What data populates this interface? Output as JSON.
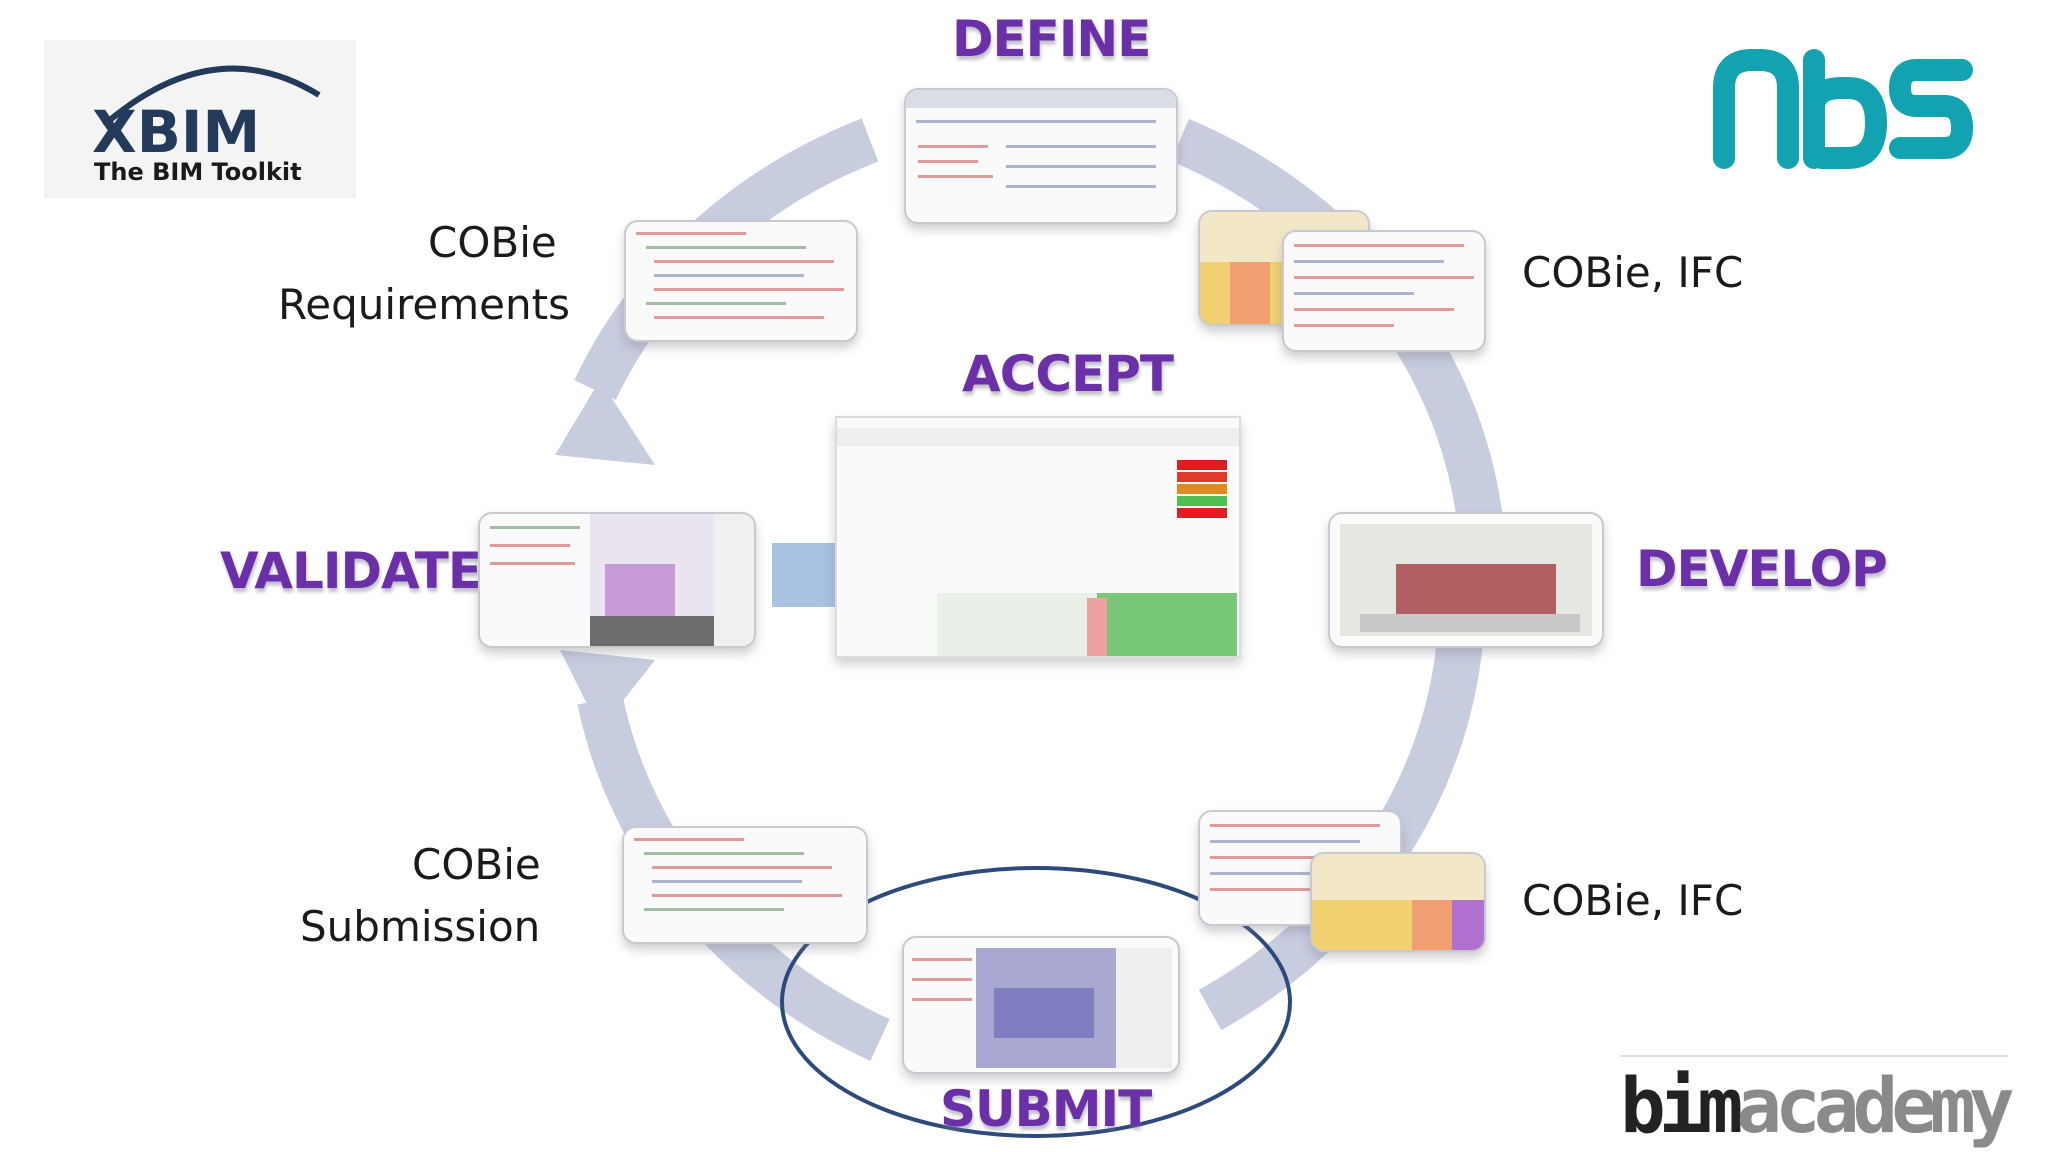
{
  "colors": {
    "stage_label": "#6b2fa8",
    "cycle_arrow": "#c7ccdf",
    "nbs_teal": "#13a3b0",
    "submit_ellipse": "#2d4a7c",
    "xbim_navy": "#233a5a"
  },
  "logos": {
    "xbim_word": "XBIM",
    "xbim_tagline": "The BIM Toolkit",
    "nbs": "nbs",
    "bim_prefix": "bim",
    "bim_suffix": "academy"
  },
  "stages": {
    "define": "DEFINE",
    "accept": "ACCEPT",
    "validate": "VALIDATE",
    "develop": "DEVELOP",
    "submit": "SUBMIT"
  },
  "notes": {
    "requirements_line1": "COBie",
    "requirements_line2": "Requirements",
    "develop_out_top": "COBie, IFC",
    "develop_out_bottom": "COBie, IFC",
    "submission_line1": "COBie",
    "submission_line2": "Submission"
  }
}
